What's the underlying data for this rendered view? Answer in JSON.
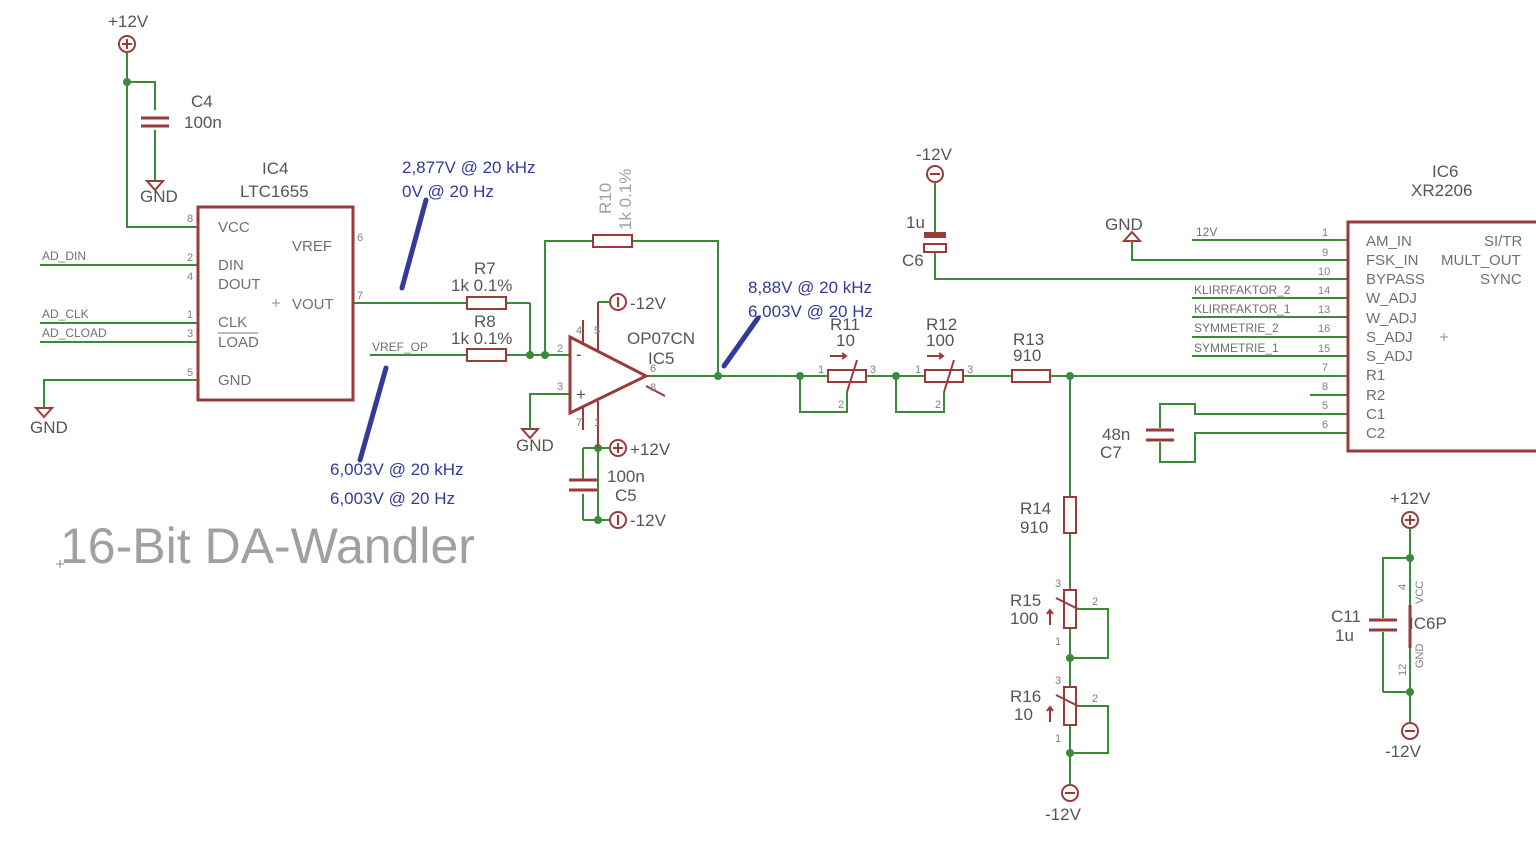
{
  "title": "16-Bit DA-Wandler",
  "supplies": {
    "pos": "+12V",
    "neg": "-12V",
    "gnd": "GND"
  },
  "ic4": {
    "name": "IC4",
    "part": "LTC1655",
    "pins_left": [
      {
        "num": "8",
        "label": "VCC"
      },
      {
        "num": "2",
        "label": "DIN"
      },
      {
        "num": "4",
        "label": "DOUT"
      },
      {
        "num": "1",
        "label": "CLK"
      },
      {
        "num": "3",
        "label": "LOAD"
      },
      {
        "num": "5",
        "label": "GND"
      }
    ],
    "pins_right": [
      {
        "num": "6",
        "label": "VREF"
      },
      {
        "num": "7",
        "label": "VOUT"
      }
    ]
  },
  "signals": {
    "din": "AD_DIN",
    "clk": "AD_CLK",
    "cload": "AD_CLOAD",
    "vref_op": "VREF_OP"
  },
  "c4": {
    "name": "C4",
    "value": "100n"
  },
  "r7": {
    "name": "R7",
    "value": "1k 0.1%"
  },
  "r8": {
    "name": "R8",
    "value": "1k 0.1%"
  },
  "r10": {
    "name": "R10",
    "value": "1k 0.1%"
  },
  "ic5": {
    "name": "IC5",
    "part": "OP07CN",
    "pins": [
      "2",
      "3",
      "4",
      "5",
      "6",
      "7",
      "8",
      "1"
    ],
    "minus": "-",
    "plus": "+"
  },
  "c5": {
    "name": "C5",
    "value": "100n"
  },
  "annotations": {
    "vout_high": "2,877V @ 20 kHz",
    "vout_low": "0V @ 20 Hz",
    "vref_high": "6,003V @ 20 kHz",
    "vref_low": "6,003V @ 20 Hz",
    "out_high": "8,88V @ 20 kHz",
    "out_low": "6,003V @ 20 Hz"
  },
  "r11": {
    "name": "R11",
    "value": "10"
  },
  "r12": {
    "name": "R12",
    "value": "100"
  },
  "r13": {
    "name": "R13",
    "value": "910"
  },
  "r14": {
    "name": "R14",
    "value": "910"
  },
  "r15": {
    "name": "R15",
    "value": "100"
  },
  "r16": {
    "name": "R16",
    "value": "10"
  },
  "pot_pins": [
    "1",
    "2",
    "3"
  ],
  "c6": {
    "name": "C6",
    "value": "1u"
  },
  "c7": {
    "name": "C7",
    "value": "48n"
  },
  "c11": {
    "name": "C11",
    "value": "1u"
  },
  "ic6": {
    "name": "IC6",
    "part": "XR2206",
    "net_12v": "12V",
    "nets": [
      "KLIRRFAKTOR_2",
      "KLIRRFAKTOR_1",
      "SYMMETRIE_2",
      "SYMMETRIE_1"
    ],
    "pins_left": [
      {
        "num": "1",
        "label": "AM_IN"
      },
      {
        "num": "9",
        "label": "FSK_IN"
      },
      {
        "num": "10",
        "label": "BYPASS"
      },
      {
        "num": "14",
        "label": "W_ADJ"
      },
      {
        "num": "13",
        "label": "W_ADJ"
      },
      {
        "num": "16",
        "label": "S_ADJ"
      },
      {
        "num": "15",
        "label": "S_ADJ"
      },
      {
        "num": "7",
        "label": "R1"
      },
      {
        "num": "8",
        "label": "R2"
      },
      {
        "num": "5",
        "label": "C1"
      },
      {
        "num": "6",
        "label": "C2"
      }
    ],
    "pins_right": [
      "SI/TR",
      "MULT_OUT",
      "SYNC"
    ]
  },
  "ic6p": {
    "name": "IC6P",
    "pins": [
      {
        "num": "4",
        "label": "VCC"
      },
      {
        "num": "12",
        "label": "GND"
      }
    ]
  }
}
